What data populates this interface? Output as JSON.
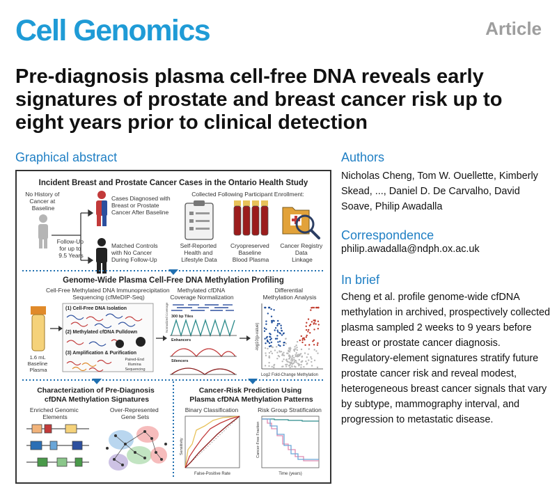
{
  "header": {
    "journal": "Cell Genomics",
    "article_type": "Article"
  },
  "title": "Pre-diagnosis plasma cell-free DNA reveals early signatures of prostate and breast cancer risk up to eight years prior to clinical detection",
  "graphical_abstract": {
    "label": "Graphical abstract",
    "section1": {
      "heading": "Incident Breast and Prostate Cancer Cases in the Ontario Health Study",
      "baseline": [
        "No History of",
        "Cancer at",
        "Baseline"
      ],
      "followup": [
        "Follow-Up",
        "for up to",
        "9.5 Years"
      ],
      "cases": [
        "Cases Diagnosed with",
        "Breast or Prostate",
        "Cancer After Baseline"
      ],
      "controls": [
        "Matched Controls",
        "with No Cancer",
        "During Follow-Up"
      ],
      "collected": "Collected Following Participant Enrollment:",
      "item1": [
        "Self-Reported",
        "Health and",
        "Lifestyle Data"
      ],
      "item2": [
        "Cryopreserved",
        "Baseline",
        "Blood Plasma"
      ],
      "item3": [
        "Cancer Registry",
        "Data",
        "Linkage"
      ]
    },
    "section2": {
      "heading": "Genome-Wide Plasma Cell-Free DNA Methylation Profiling",
      "medip": [
        "Cell-Free Methylated DNA Immunoprecipitation",
        "Sequencing (cfMeDIP-Seq)"
      ],
      "step1": "(1) Cell-Free DNA Isolation",
      "step2": "(2) Methylated cfDNA Pulldown",
      "step3": "(3) Amplification & Purification",
      "paired_end": [
        "Paired-End",
        "Illumina",
        "Sequencing"
      ],
      "plasma": [
        "1.6 mL",
        "Baseline",
        "Plasma"
      ],
      "coverage": [
        "Methylated cfDNA",
        "Coverage Normalization"
      ],
      "tiles": "300 bp Tiles",
      "enhancers": "Enhancers",
      "silencers": "Silencers",
      "track_label": "Normalized Coverage",
      "diff": [
        "Differential",
        "Methylation Analysis"
      ],
      "volcano_y": "-log10(p-value)",
      "volcano_x": "Log2 Fold-Change Methylation"
    },
    "section3": {
      "heading": [
        "Characterization of Pre-Diagnosis",
        "cfDNA Methylation Signatures"
      ],
      "enriched": [
        "Enriched Genomic",
        "Elements"
      ],
      "overrep": [
        "Over-Represented",
        "Gene Sets"
      ]
    },
    "section4": {
      "heading": [
        "Cancer-Risk Prediction Using",
        "Plasma cfDNA Methylation Patterns"
      ],
      "binary": "Binary Classification",
      "strat": "Risk Group Stratification",
      "roc_y": "Sensitivity",
      "roc_x": "False-Positive Rate",
      "km_y": "Cancer-Free Fraction",
      "km_x": "Time (years)"
    }
  },
  "authors": {
    "heading": "Authors",
    "text": "Nicholas Cheng, Tom W. Ouellette, Kimberly Skead, ..., Daniel D. De Carvalho, David Soave, Philip Awadalla"
  },
  "correspondence": {
    "heading": "Correspondence",
    "email": "philip.awadalla@ndph.ox.ac.uk"
  },
  "in_brief": {
    "heading": "In brief",
    "text": "Cheng et al. profile genome-wide cfDNA methylation in archived, prospectively collected plasma sampled 2 weeks to 9 years before breast or prostate cancer diagnosis. Regulatory-element signatures stratify future prostate cancer risk and reveal modest, heterogeneous breast cancer signals that vary by subtype, mammography interval, and progression to metastatic disease."
  },
  "colors": {
    "journal_blue": "#1f9bd6",
    "heading_blue": "#1f7fc4",
    "article_gray": "#9e9e9e",
    "divider_blue": "#1f6fb0",
    "case_red": "#c23a3a",
    "blood_red": "#9b1c1c",
    "up_red": "#c0392b",
    "down_blue": "#1f4e9a"
  }
}
